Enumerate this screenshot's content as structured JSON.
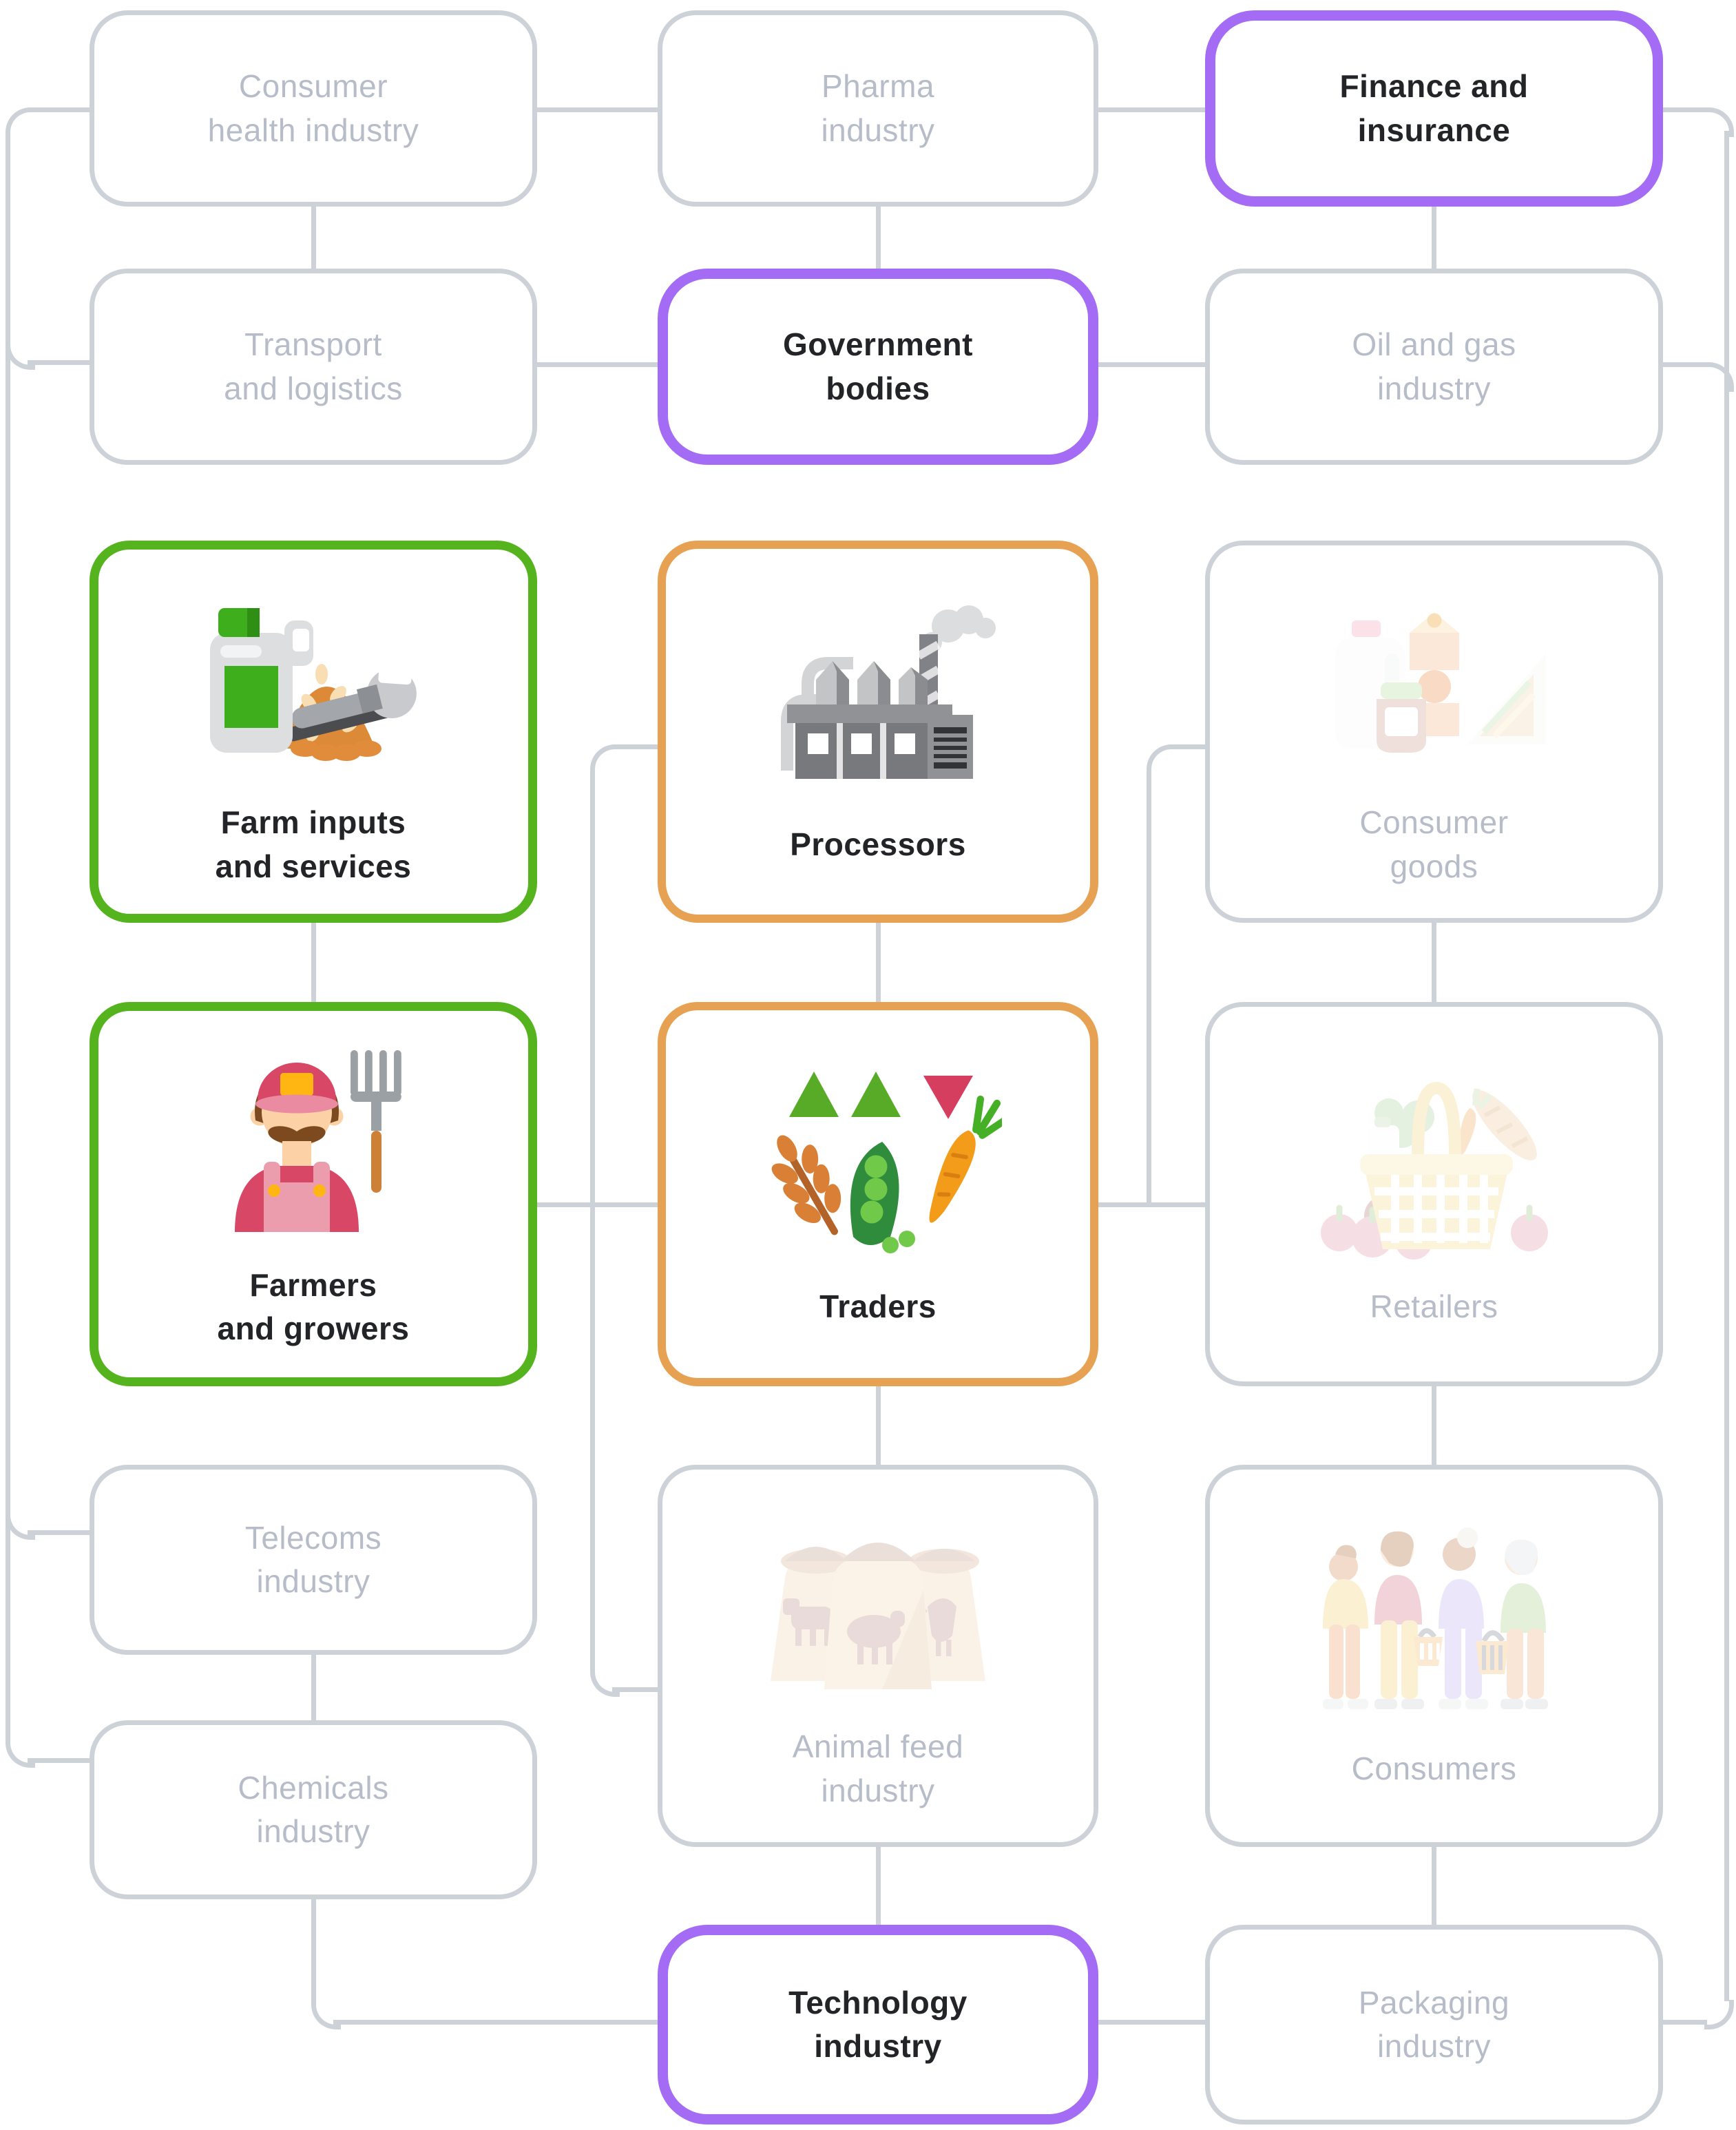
{
  "colors": {
    "c-line": "#cdd2d9",
    "c-faded-text": "#b6bcc8",
    "c-active-text": "#222428",
    "c-green": "#55b41e",
    "c-orange": "#e7a153",
    "c-purple": "#a46bf5"
  },
  "nodes": {
    "consumer_health": {
      "label": "Consumer health industry",
      "lines": [
        "Consumer",
        "health industry"
      ],
      "status": "faded",
      "icon": null
    },
    "pharma": {
      "label": "Pharma industry",
      "lines": [
        "Pharma",
        "industry"
      ],
      "status": "faded",
      "icon": null
    },
    "finance": {
      "label": "Finance and insurance",
      "lines": [
        "Finance and",
        "insurance"
      ],
      "status": "purple-highlight",
      "icon": null
    },
    "transport": {
      "label": "Transport and logistics",
      "lines": [
        "Transport",
        "and logistics"
      ],
      "status": "faded",
      "icon": null
    },
    "government": {
      "label": "Government bodies",
      "lines": [
        "Government",
        "bodies"
      ],
      "status": "purple-highlight",
      "icon": null
    },
    "oil_gas": {
      "label": "Oil and gas industry",
      "lines": [
        "Oil and gas",
        "industry"
      ],
      "status": "faded",
      "icon": null
    },
    "farm_inputs": {
      "label": "Farm inputs and services",
      "lines": [
        "Farm inputs",
        "and services"
      ],
      "status": "green-highlight",
      "icon": "farm-inputs-icon"
    },
    "processors": {
      "label": "Processors",
      "lines": [
        "Processors"
      ],
      "status": "orange-highlight",
      "icon": "factory-icon"
    },
    "consumer_goods": {
      "label": "Consumer goods",
      "lines": [
        "Consumer",
        "goods"
      ],
      "status": "faded",
      "icon": "consumer-goods-icon"
    },
    "farmers": {
      "label": "Farmers and growers",
      "lines": [
        "Farmers",
        "and growers"
      ],
      "status": "green-highlight",
      "icon": "farmer-icon"
    },
    "traders": {
      "label": "Traders",
      "lines": [
        "Traders"
      ],
      "status": "orange-highlight",
      "icon": "crops-market-icon"
    },
    "retailers": {
      "label": "Retailers",
      "lines": [
        "Retailers"
      ],
      "status": "faded",
      "icon": "shopping-basket-icon"
    },
    "telecoms": {
      "label": "Telecoms industry",
      "lines": [
        "Telecoms",
        "industry"
      ],
      "status": "faded",
      "icon": null
    },
    "animal_feed": {
      "label": "Animal feed industry",
      "lines": [
        "Animal feed",
        "industry"
      ],
      "status": "faded",
      "icon": "feed-sacks-icon"
    },
    "consumers": {
      "label": "Consumers",
      "lines": [
        "Consumers"
      ],
      "status": "faded",
      "icon": "people-shoppers-icon"
    },
    "chemicals": {
      "label": "Chemicals industry",
      "lines": [
        "Chemicals",
        "industry"
      ],
      "status": "faded",
      "icon": null
    },
    "technology": {
      "label": "Technology industry",
      "lines": [
        "Technology",
        "industry"
      ],
      "status": "purple-highlight",
      "icon": null
    },
    "packaging": {
      "label": "Packaging industry",
      "lines": [
        "Packaging",
        "industry"
      ],
      "status": "faded",
      "icon": null
    }
  },
  "connections": [
    {
      "from": "consumer_health",
      "to": "pharma"
    },
    {
      "from": "pharma",
      "to": "finance"
    },
    {
      "from": "consumer_health",
      "to": "transport"
    },
    {
      "from": "pharma",
      "to": "government"
    },
    {
      "from": "finance",
      "to": "oil_gas"
    },
    {
      "from": "transport",
      "to": "government"
    },
    {
      "from": "government",
      "to": "oil_gas"
    },
    {
      "from": "consumer_health",
      "to": "left-rail"
    },
    {
      "from": "transport",
      "to": "left-rail"
    },
    {
      "from": "telecoms",
      "to": "left-rail"
    },
    {
      "from": "chemicals",
      "to": "left-rail"
    },
    {
      "from": "finance",
      "to": "right-rail"
    },
    {
      "from": "oil_gas",
      "to": "right-rail"
    },
    {
      "from": "packaging",
      "to": "right-rail"
    },
    {
      "from": "farm_inputs",
      "to": "farmers"
    },
    {
      "from": "processors",
      "to": "traders"
    },
    {
      "from": "consumer_goods",
      "to": "retailers"
    },
    {
      "from": "farmers",
      "to": "traders"
    },
    {
      "from": "traders",
      "to": "retailers"
    },
    {
      "from": "processors",
      "to": "animal_feed"
    },
    {
      "from": "consumer_goods",
      "to": "traders-retailers-link"
    },
    {
      "from": "traders",
      "to": "animal_feed"
    },
    {
      "from": "retailers",
      "to": "consumers"
    },
    {
      "from": "telecoms",
      "to": "chemicals"
    },
    {
      "from": "animal_feed",
      "to": "technology"
    },
    {
      "from": "consumers",
      "to": "packaging"
    },
    {
      "from": "chemicals",
      "to": "technology"
    },
    {
      "from": "technology",
      "to": "packaging"
    }
  ]
}
